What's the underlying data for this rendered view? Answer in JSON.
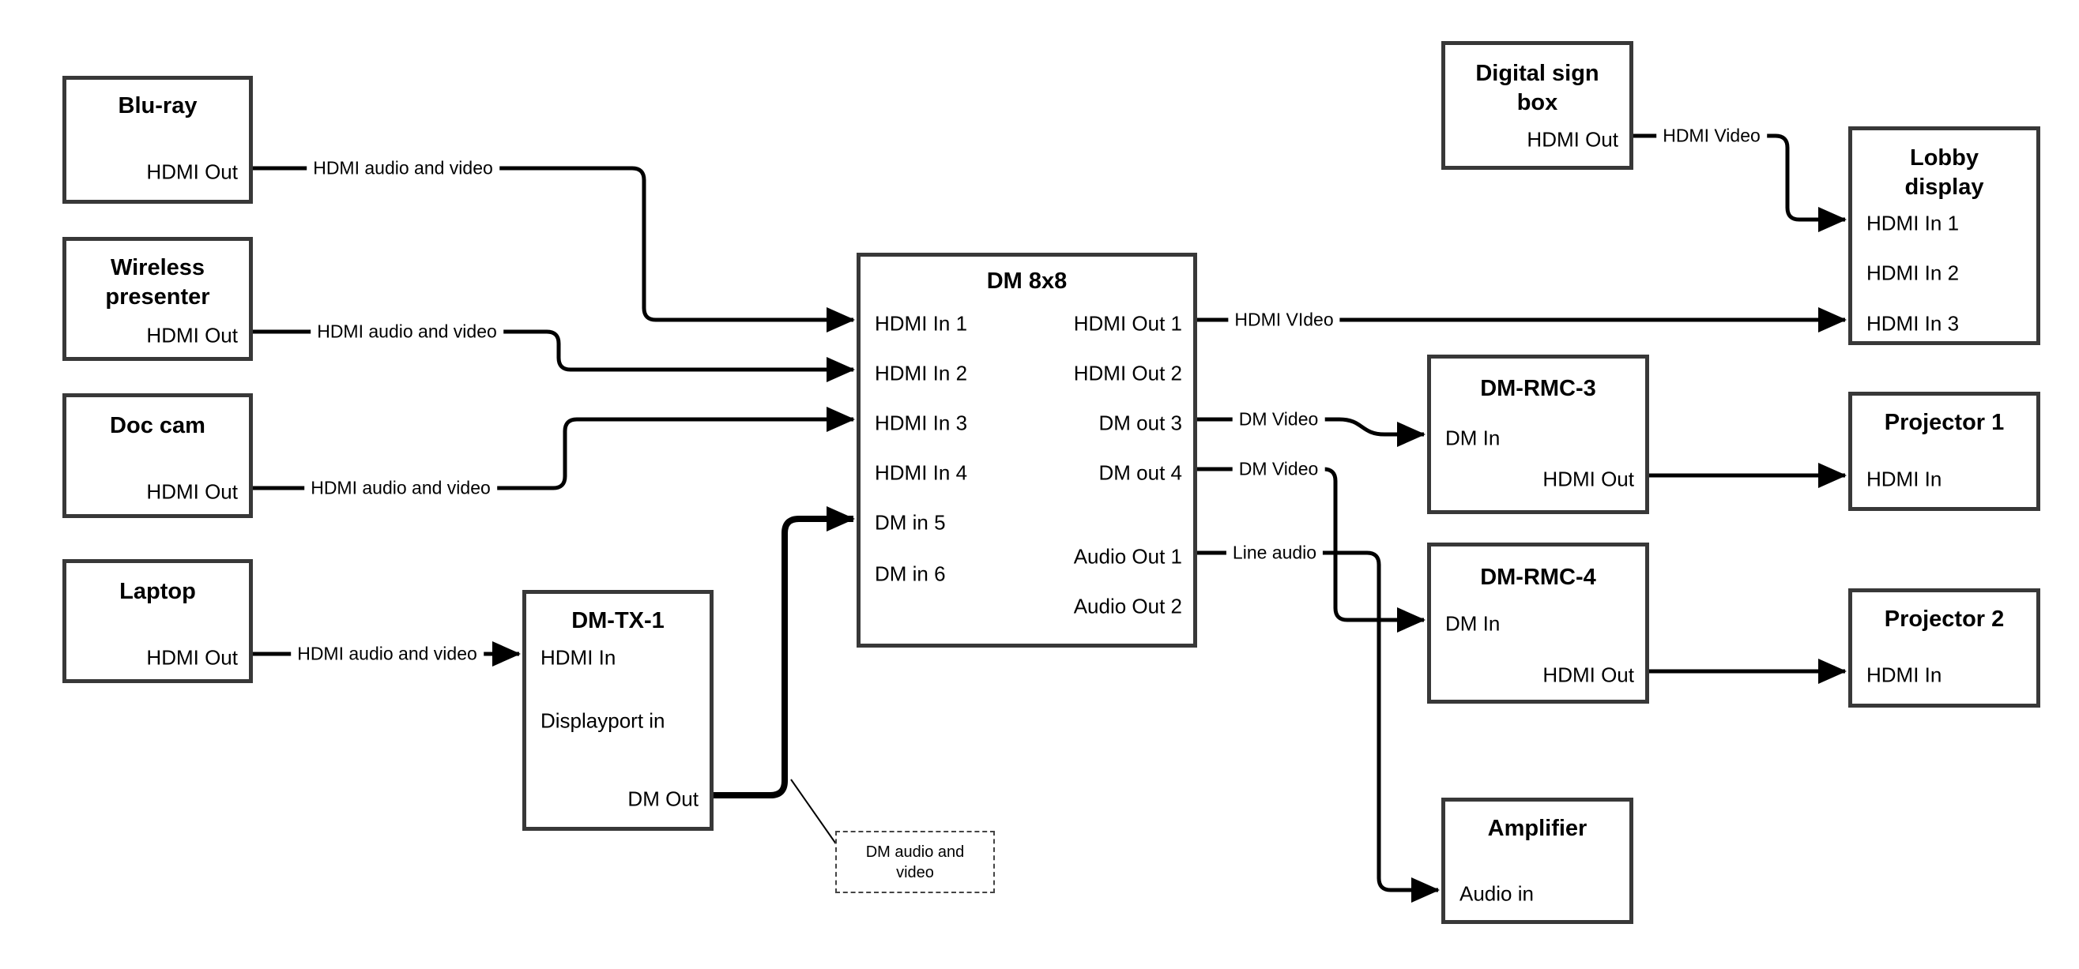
{
  "colors": {
    "wire": "#000000",
    "box_border": "#383838",
    "background": "#ffffff",
    "text": "#000000"
  },
  "nodes": {
    "bluray": {
      "title": "Blu-ray",
      "ports": [
        {
          "label": "HDMI Out"
        }
      ]
    },
    "wireless_presenter": {
      "title": "Wireless\npresenter",
      "ports": [
        {
          "label": "HDMI Out"
        }
      ]
    },
    "doc_cam": {
      "title": "Doc cam",
      "ports": [
        {
          "label": "HDMI Out"
        }
      ]
    },
    "laptop": {
      "title": "Laptop",
      "ports": [
        {
          "label": "HDMI Out"
        }
      ]
    },
    "dm_tx_1": {
      "title": "DM-TX-1",
      "ports": [
        {
          "label": "HDMI In"
        },
        {
          "label": "Displayport in"
        },
        {
          "label": "DM Out"
        }
      ]
    },
    "dm_8x8": {
      "title": "DM 8x8",
      "ports": [
        {
          "label": "HDMI In 1"
        },
        {
          "label": "HDMI In 2"
        },
        {
          "label": "HDMI In 3"
        },
        {
          "label": "HDMI In 4"
        },
        {
          "label": "DM in 5"
        },
        {
          "label": "DM in 6"
        },
        {
          "label": "HDMI Out 1"
        },
        {
          "label": "HDMI Out 2"
        },
        {
          "label": "DM out 3"
        },
        {
          "label": "DM out 4"
        },
        {
          "label": "Audio Out 1"
        },
        {
          "label": "Audio Out 2"
        }
      ]
    },
    "digital_sign_box": {
      "title": "Digital sign\nbox",
      "ports": [
        {
          "label": "HDMI Out"
        }
      ]
    },
    "lobby_display": {
      "title": "Lobby\ndisplay",
      "ports": [
        {
          "label": "HDMI In 1"
        },
        {
          "label": "HDMI In 2"
        },
        {
          "label": "HDMI In 3"
        }
      ]
    },
    "dm_rmc_3": {
      "title": "DM-RMC-3",
      "ports": [
        {
          "label": "DM In"
        },
        {
          "label": "HDMI Out"
        }
      ]
    },
    "projector_1": {
      "title": "Projector 1",
      "ports": [
        {
          "label": "HDMI In"
        }
      ]
    },
    "dm_rmc_4": {
      "title": "DM-RMC-4",
      "ports": [
        {
          "label": "DM In"
        },
        {
          "label": "HDMI Out"
        }
      ]
    },
    "projector_2": {
      "title": "Projector 2",
      "ports": [
        {
          "label": "HDMI In"
        }
      ]
    },
    "amplifier": {
      "title": "Amplifier",
      "ports": [
        {
          "label": "Audio in"
        }
      ]
    }
  },
  "edges": [
    {
      "from": "Blu-ray HDMI Out",
      "to": "DM 8x8 HDMI In 1",
      "label": "HDMI audio and video"
    },
    {
      "from": "Wireless presenter HDMI Out",
      "to": "DM 8x8 HDMI In 2",
      "label": "HDMI audio and video"
    },
    {
      "from": "Doc cam HDMI Out",
      "to": "DM 8x8 HDMI In 3",
      "label": "HDMI audio and video"
    },
    {
      "from": "Laptop HDMI Out",
      "to": "DM-TX-1 HDMI In",
      "label": "HDMI audio and video"
    },
    {
      "from": "DM-TX-1 DM Out",
      "to": "DM 8x8 DM in 5",
      "label": ""
    },
    {
      "from": "DM 8x8 HDMI Out 1",
      "to": "Lobby display HDMI In 3",
      "label": "HDMI VIdeo"
    },
    {
      "from": "DM 8x8 DM out 3",
      "to": "DM-RMC-3 DM In",
      "label": "DM Video"
    },
    {
      "from": "DM 8x8 DM out 4",
      "to": "DM-RMC-4 DM In",
      "label": "DM Video"
    },
    {
      "from": "DM 8x8 Audio Out 1",
      "to": "Amplifier Audio in",
      "label": "Line audio"
    },
    {
      "from": "Digital sign box HDMI Out",
      "to": "Lobby display HDMI In 1",
      "label": "HDMI Video"
    },
    {
      "from": "DM-RMC-3 HDMI Out",
      "to": "Projector 1 HDMI In",
      "label": ""
    },
    {
      "from": "DM-RMC-4 HDMI Out",
      "to": "Projector 2 HDMI In",
      "label": ""
    }
  ],
  "note": {
    "text": "DM audio and\nvideo"
  }
}
